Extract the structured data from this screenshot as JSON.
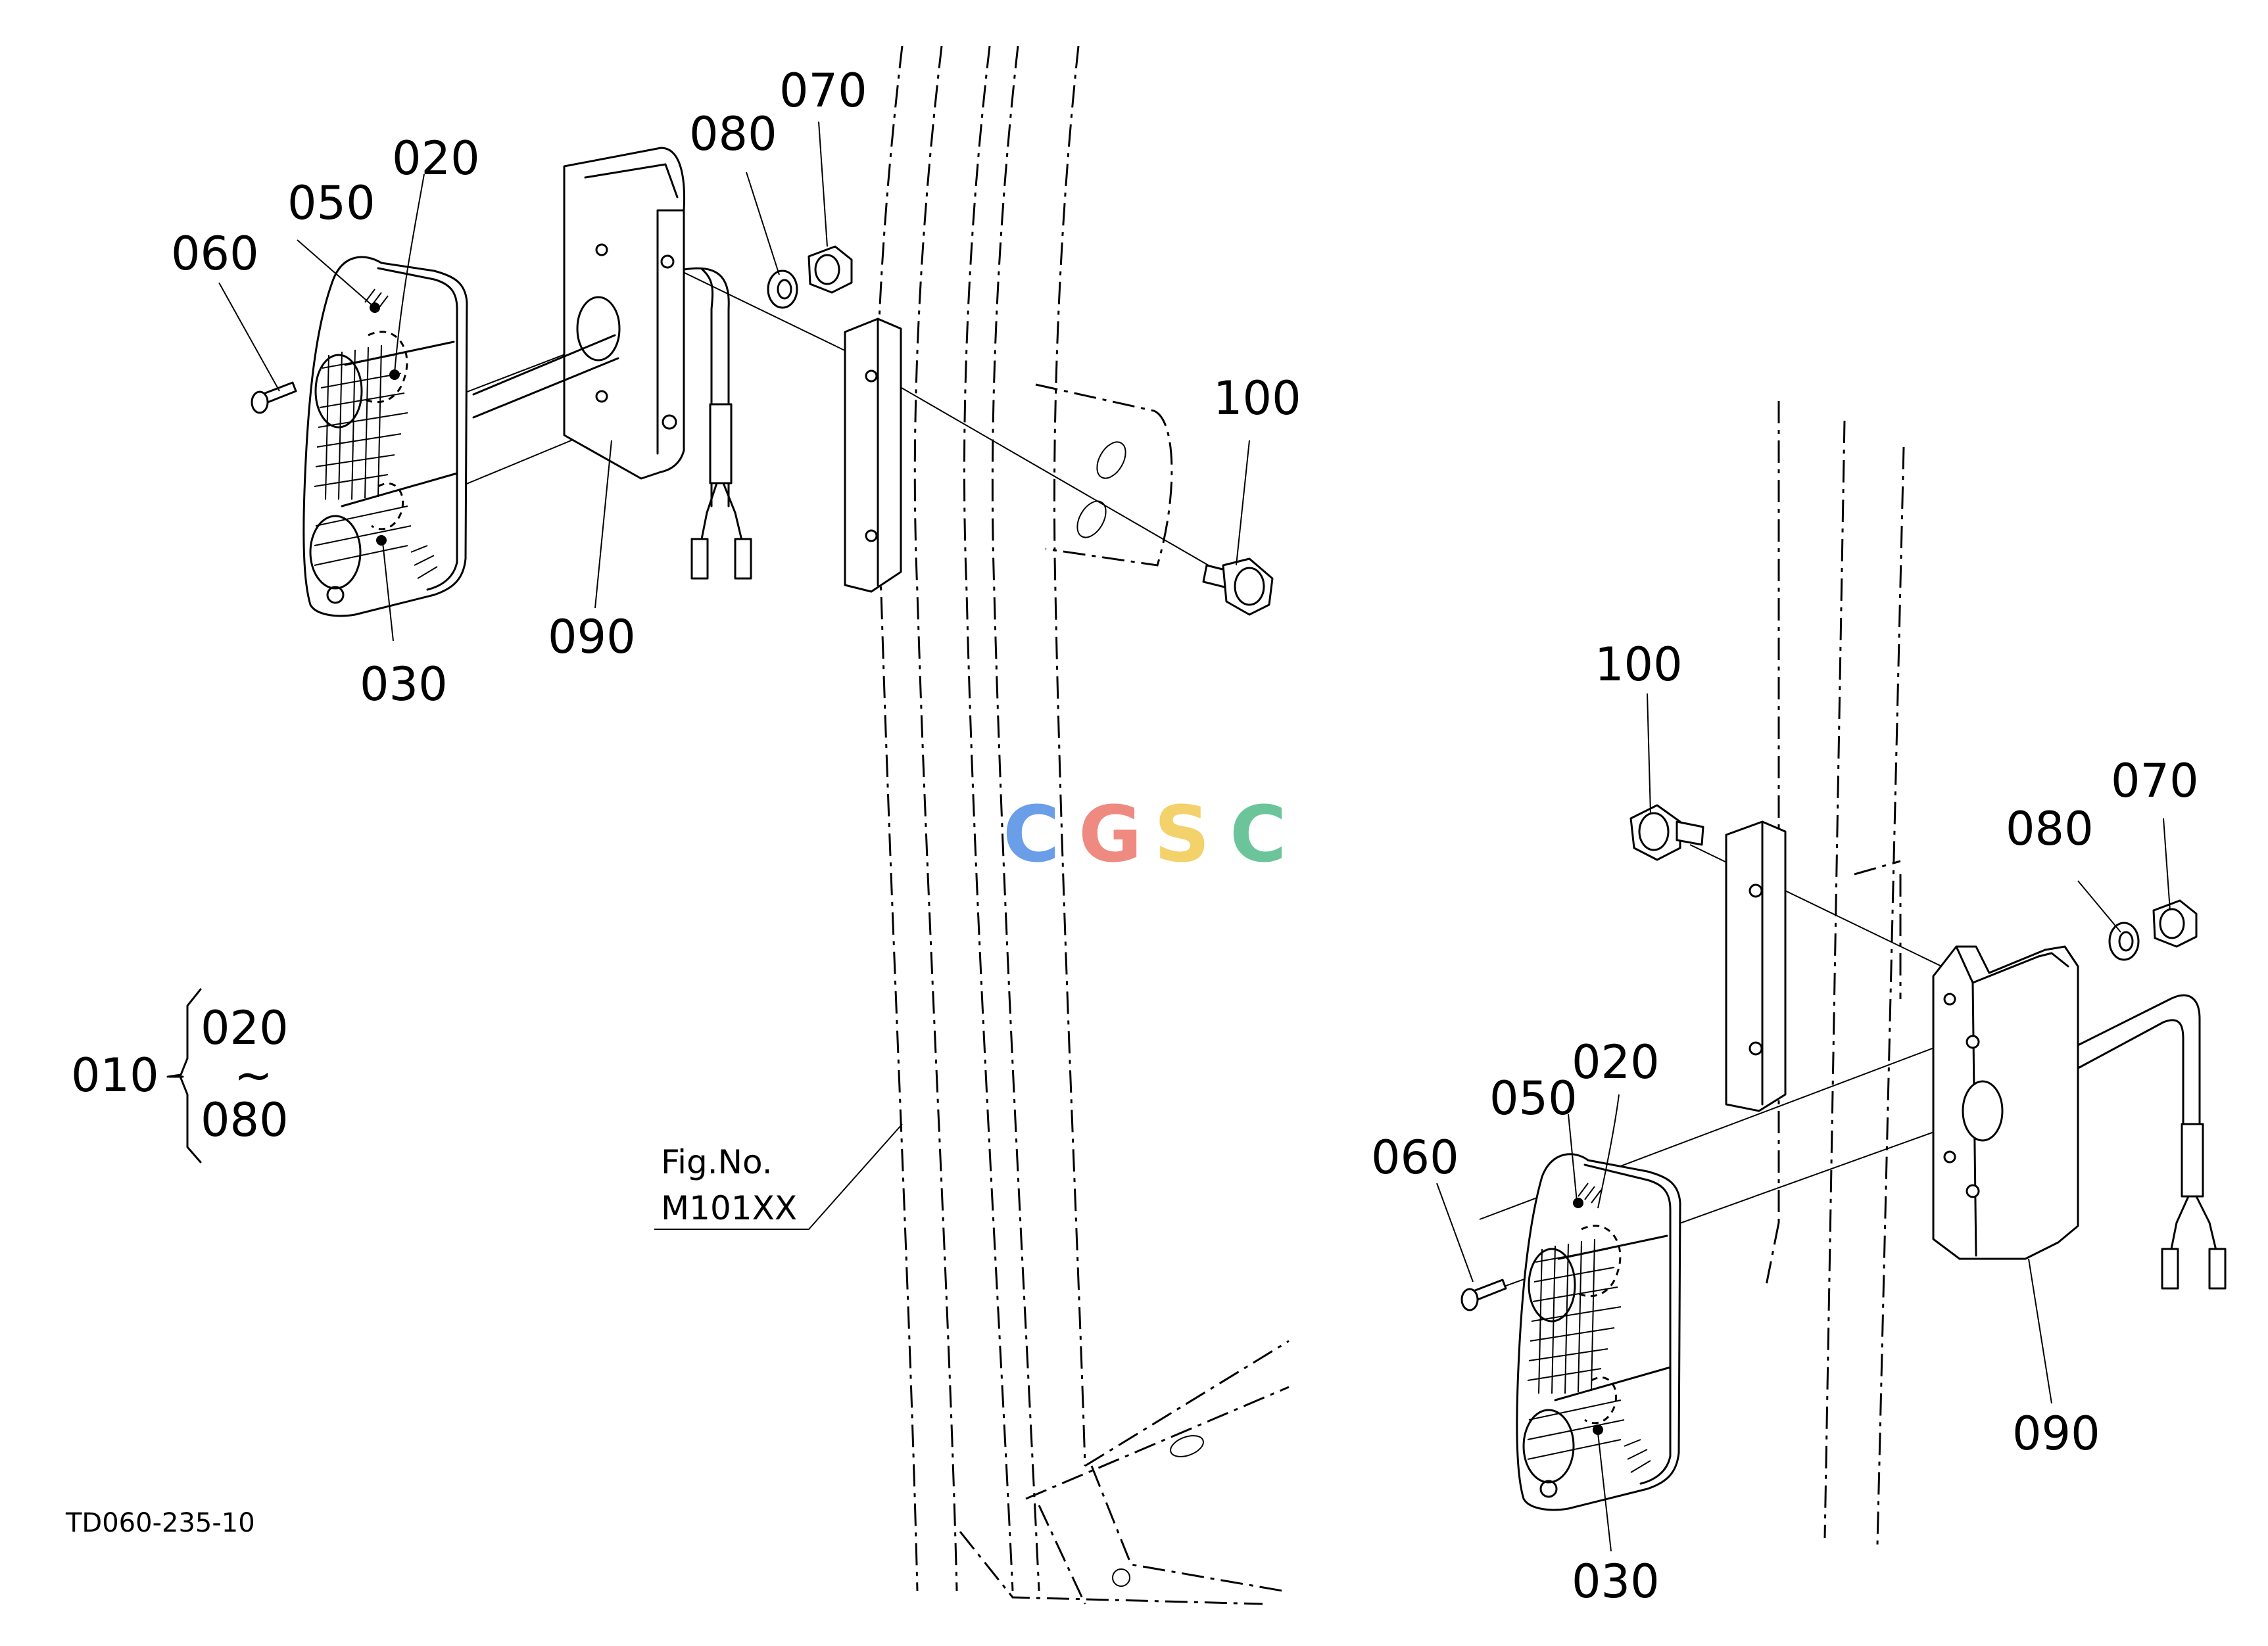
{
  "diagram": {
    "drawing_code": "TD060-235-10",
    "figure_ref": {
      "line1": "Fig.No.",
      "line2": "M101XX"
    },
    "watermark": {
      "letters": [
        "C",
        "G",
        "S",
        "C"
      ],
      "colors": [
        "#6a9ee8",
        "#ee8a80",
        "#f3d16b",
        "#6cc59a"
      ]
    },
    "assembly": {
      "parent": "010",
      "from": "020",
      "range_mark": "~",
      "to": "080"
    },
    "left_view_labels": {
      "p020": "020",
      "p030": "030",
      "p050": "050",
      "p060": "060",
      "p070": "070",
      "p080": "080",
      "p090": "090",
      "p100": "100"
    },
    "right_view_labels": {
      "p020": "020",
      "p030": "030",
      "p050": "050",
      "p060": "060",
      "p070": "070",
      "p080": "080",
      "p090": "090",
      "p100": "100"
    }
  }
}
